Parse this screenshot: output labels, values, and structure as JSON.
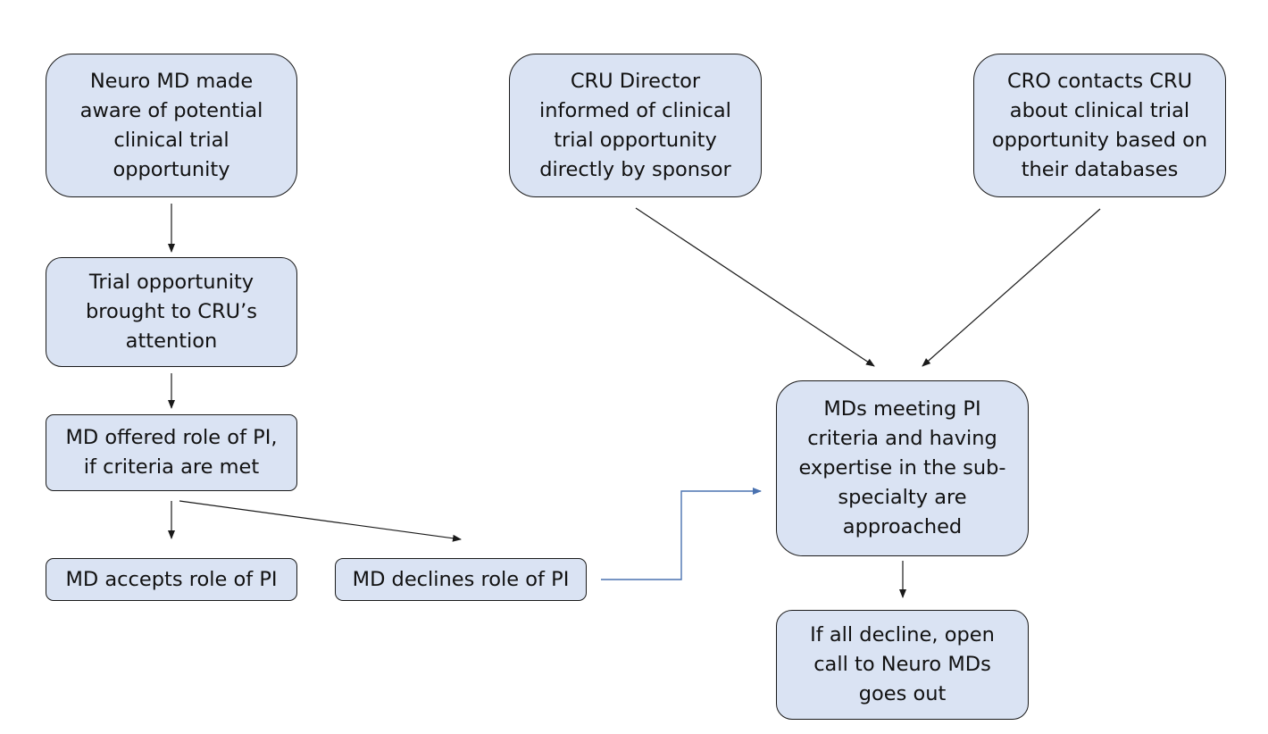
{
  "diagram": {
    "nodes": {
      "neuro_md_aware": "Neuro MD made aware of potential clinical trial opportunity",
      "cru_director": "CRU Director informed of clinical trial opportunity directly by sponsor",
      "cro_contacts": "CRO contacts CRU about clinical trial opportunity based on their databases",
      "trial_to_cru": "Trial opportunity brought to CRU’s attention",
      "md_offered_pi": "MD offered role of PI, if criteria are met",
      "md_accepts": "MD accepts role of PI",
      "md_declines": "MD declines role of PI",
      "mds_approached": "MDs meeting PI criteria and having expertise in the sub-specialty are approached",
      "open_call": "If all decline, open call to Neuro MDs goes out"
    },
    "colors": {
      "node_fill": "#dae3f3",
      "node_border": "#1a1a1a",
      "arrow": "#1a1a1a",
      "arrow_accent": "#4a72b0"
    }
  }
}
